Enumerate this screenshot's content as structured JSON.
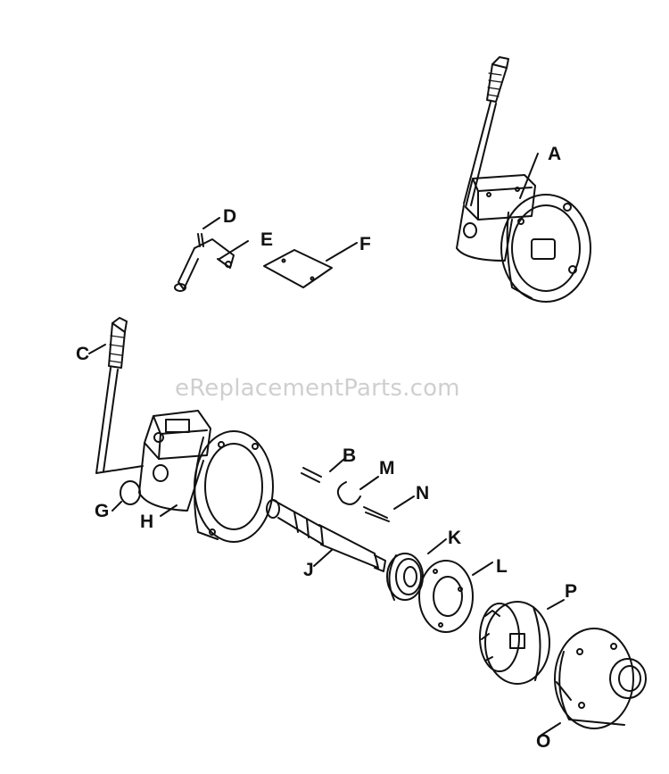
{
  "watermark": "eReplacementParts.com",
  "callouts": {
    "A": "A",
    "B": "B",
    "C": "C",
    "D": "D",
    "E": "E",
    "F": "F",
    "G": "G",
    "H": "H",
    "J": "J",
    "K": "K",
    "L": "L",
    "M": "M",
    "N": "N",
    "O": "O",
    "P": "P"
  }
}
